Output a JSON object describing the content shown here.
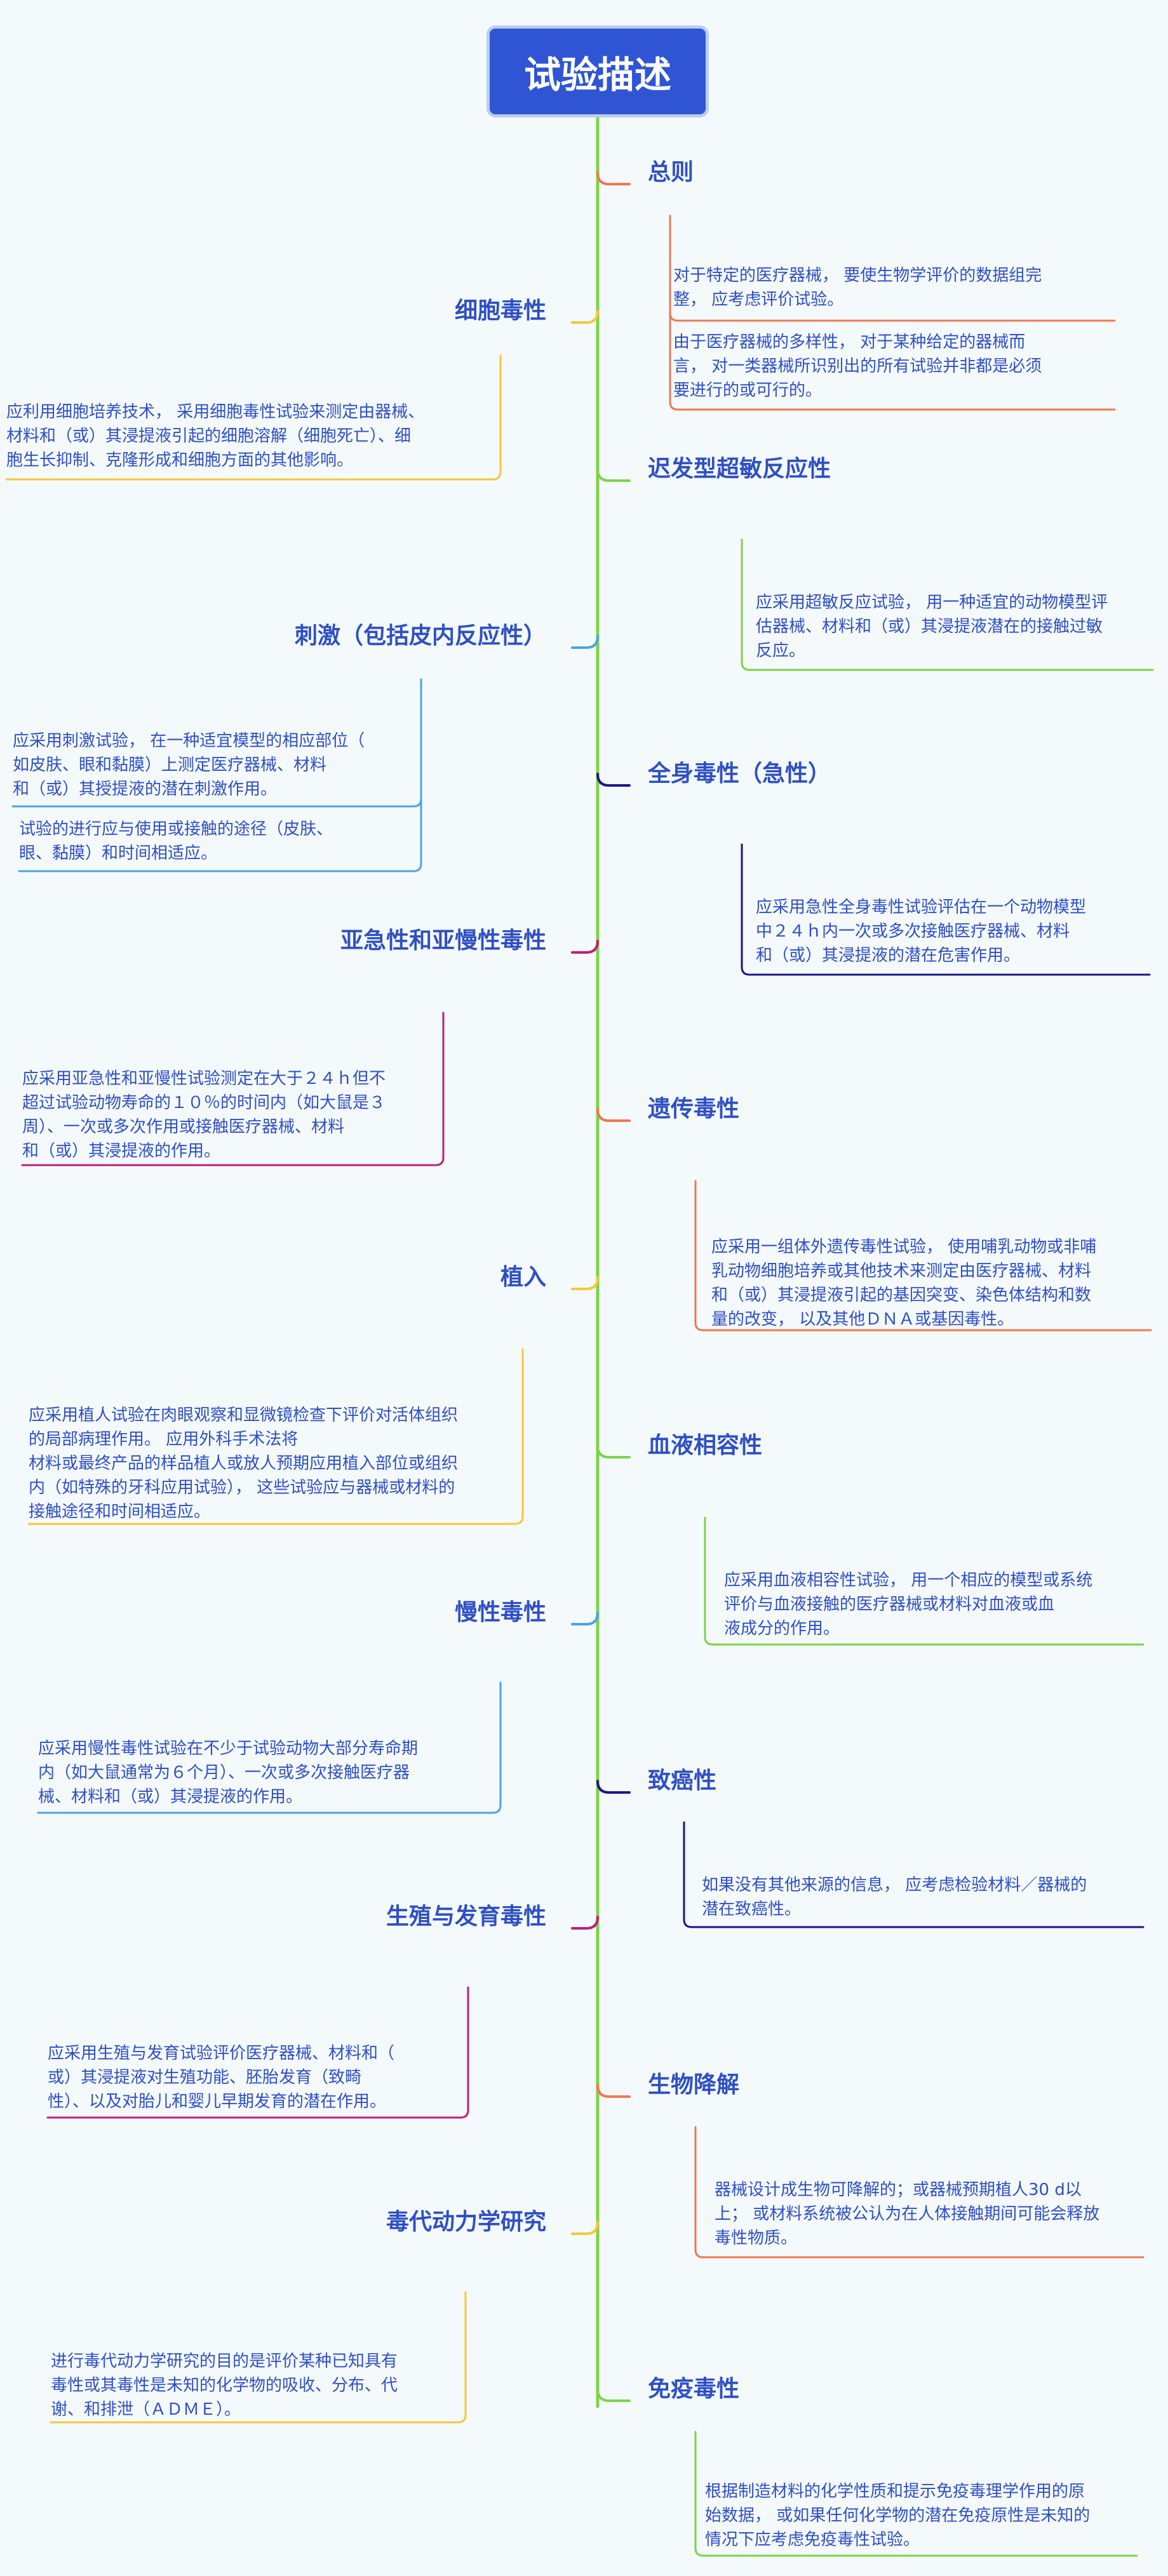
{
  "root": {
    "title": "试验描述"
  },
  "colors": {
    "trunk": "#7ed348",
    "root_fill": "#2f55d4",
    "text": "#2e4fc4",
    "orange": "#f27652",
    "yellow": "#f3c83a",
    "green": "#7ed348",
    "skyblue": "#4aa6dc",
    "navy": "#1b178c",
    "magenta": "#c11c80"
  },
  "branches": [
    {
      "id": "general",
      "side": "right",
      "color": "orange",
      "title": "总则",
      "notes": [
        [
          "对于特定的医疗器械， 要使生物学评价的数据组完",
          "整， 应考虑评价试验。"
        ],
        [
          "由于医疗器械的多样性， 对于某种给定的器械而",
          "言， 对一类器械所识别出的所有试验并非都是必须",
          "要进行的或可行的。"
        ]
      ]
    },
    {
      "id": "cytotoxicity",
      "side": "left",
      "color": "yellow",
      "title": "细胞毒性",
      "notes": [
        [
          "应利用细胞培养技术， 采用细胞毒性试验来测定由器械、",
          "材料和（或）其浸提液引起的细胞溶解（细胞死亡）、细",
          "胞生长抑制、克隆形成和细胞方面的其他影响。"
        ]
      ]
    },
    {
      "id": "sensitization",
      "side": "right",
      "color": "green",
      "title": "迟发型超敏反应性",
      "notes": [
        [
          "应采用超敏反应试验， 用一种适宜的动物模型评",
          "估器械、材料和（或）其浸提液潜在的接触过敏",
          "反应。"
        ]
      ]
    },
    {
      "id": "irritation",
      "side": "left",
      "color": "skyblue",
      "title": "刺激（包括皮内反应性）",
      "notes": [
        [
          "应采用刺激试验， 在一种适宜模型的相应部位（",
          "如皮肤、眼和黏膜）上测定医疗器械、材料",
          "和（或）其授提液的潜在刺激作用。"
        ],
        [
          "试验的进行应与使用或接触的途径（皮肤、",
          "眼、黏膜）和时间相适应。"
        ]
      ]
    },
    {
      "id": "acute-toxicity",
      "side": "right",
      "color": "navy",
      "title": "全身毒性（急性）",
      "notes": [
        [
          "应采用急性全身毒性试验评估在一个动物模型",
          "中２４ｈ内一次或多次接触医疗器械、材料",
          "和（或）其浸提液的潜在危害作用。"
        ]
      ]
    },
    {
      "id": "subchronic",
      "side": "left",
      "color": "magenta",
      "title": "亚急性和亚慢性毒性",
      "notes": [
        [
          "应采用亚急性和亚慢性试验测定在大于２４ｈ但不",
          "超过试验动物寿命的１０％的时间内（如大鼠是３",
          "周）、一次或多次作用或接触医疗器械、材料",
          "和（或）其浸提液的作用。"
        ]
      ]
    },
    {
      "id": "genotoxicity",
      "side": "right",
      "color": "orange",
      "title": "遗传毒性",
      "notes": [
        [
          "应采用一组体外遗传毒性试验， 使用哺乳动物或非哺",
          "乳动物细胞培养或其他技术来测定由医疗器械、材料",
          "和（或）其浸提液引起的基因突变、染色体结构和数",
          "量的改变， 以及其他ＤＮＡ或基因毒性。"
        ]
      ]
    },
    {
      "id": "implantation",
      "side": "left",
      "color": "yellow",
      "title": "植入",
      "notes": [
        [
          "应采用植人试验在肉眼观察和显微镜检查下评价对活体组织",
          "的局部病理作用。 应用外科手术法将",
          "材料或最终产品的样品植人或放人预期应用植入部位或组织",
          "内（如特殊的牙科应用试验）， 这些试验应与器械或材料的",
          "接触途径和时间相适应。"
        ]
      ]
    },
    {
      "id": "hemocompatibility",
      "side": "right",
      "color": "green",
      "title": "血液相容性",
      "notes": [
        [
          "应采用血液相容性试验， 用一个相应的模型或系统",
          "评价与血液接触的医疗器械或材料对血液或血",
          "液成分的作用。"
        ]
      ]
    },
    {
      "id": "chronic-toxicity",
      "side": "left",
      "color": "skyblue",
      "title": "慢性毒性",
      "notes": [
        [
          "应采用慢性毒性试验在不少于试验动物大部分寿命期",
          "内（如大鼠通常为６个月）、一次或多次接触医疗器",
          "械、材料和（或）其浸提液的作用。"
        ]
      ]
    },
    {
      "id": "carcinogenicity",
      "side": "right",
      "color": "navy",
      "title": "致癌性",
      "notes": [
        [
          "如果没有其他来源的信息， 应考虑检验材料／器械的",
          "潜在致癌性。"
        ]
      ]
    },
    {
      "id": "reproductive-toxicity",
      "side": "left",
      "color": "magenta",
      "title": "生殖与发育毒性",
      "notes": [
        [
          "应采用生殖与发育试验评价医疗器械、材料和（",
          "或）其浸提液对生殖功能、胚胎发育（致畸",
          "性）、以及对胎儿和婴儿早期发育的潜在作用。"
        ]
      ]
    },
    {
      "id": "biodegradation",
      "side": "right",
      "color": "orange",
      "title": "生物降解",
      "notes": [
        [
          "器械设计成生物可降解的；或器械预期植人30 d以",
          "上； 或材料系统被公认为在人体接触期间可能会释放",
          "毒性物质。"
        ]
      ]
    },
    {
      "id": "toxicokinetics",
      "side": "left",
      "color": "yellow",
      "title": "毒代动力学研究",
      "notes": [
        [
          "进行毒代动力学研究的目的是评价某种已知具有",
          "毒性或其毒性是未知的化学物的吸收、分布、代",
          "谢、和排泄（ＡＤＭＥ）。"
        ]
      ]
    },
    {
      "id": "immunotoxicity",
      "side": "right",
      "color": "green",
      "title": "免疫毒性",
      "notes": [
        [
          "根据制造材料的化学性质和提示免疫毒理学作用的原",
          "始数据， 或如果任何化学物的潜在免疫原性是未知的",
          "情况下应考虑免疫毒性试验。"
        ]
      ]
    }
  ]
}
